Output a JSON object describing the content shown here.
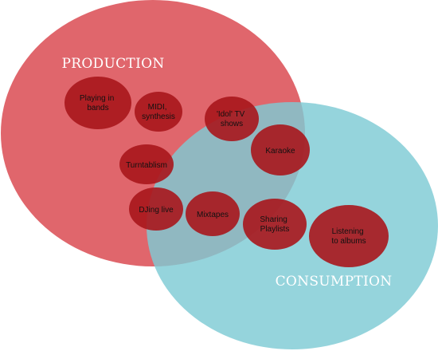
{
  "colors": {
    "production_fill": "#e0666c",
    "consumption_fill": "#7ecbd4",
    "bubble_fill": "#a8161c",
    "bubble_text": "#111111",
    "title_text": "#ffffff"
  },
  "sets": {
    "production": {
      "label": "PRODUCTION"
    },
    "consumption": {
      "label": "CONSUMPTION"
    }
  },
  "bubbles": [
    {
      "id": "playing-in-bands",
      "lines": [
        "Playing in",
        "bands"
      ]
    },
    {
      "id": "midi-synthesis",
      "lines": [
        "MIDI,",
        "synthesis"
      ]
    },
    {
      "id": "idol-tv-shows",
      "lines": [
        "'Idol' TV",
        "shows"
      ]
    },
    {
      "id": "karaoke",
      "lines": [
        "Karaoke"
      ]
    },
    {
      "id": "turntablism",
      "lines": [
        "Turntablism"
      ]
    },
    {
      "id": "djing-live",
      "lines": [
        "DJing live"
      ]
    },
    {
      "id": "mixtapes",
      "lines": [
        "Mixtapes"
      ]
    },
    {
      "id": "sharing-playlists",
      "lines": [
        "Sharing",
        "Playlists"
      ]
    },
    {
      "id": "listening-to-albums",
      "lines": [
        "Listening",
        "to albums"
      ]
    }
  ]
}
